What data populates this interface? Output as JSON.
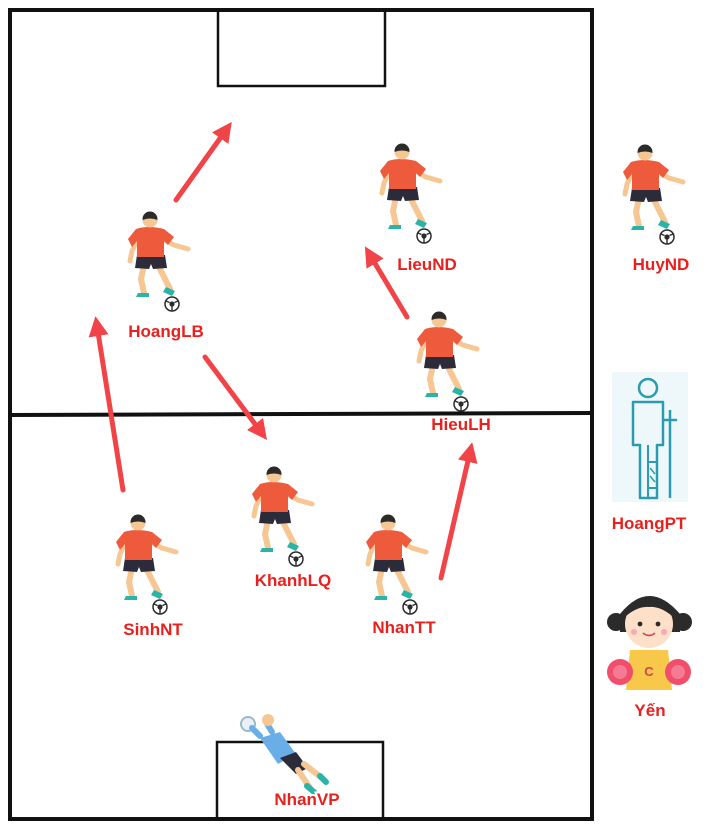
{
  "colors": {
    "pitch_line": "#111111",
    "arrow": "#f04448",
    "name_text": "#e8201e",
    "name_outline": "#ffffff",
    "jersey": "#ee5a3c",
    "shorts": "#2b2b3a",
    "skin": "#f6c793",
    "hair": "#2b2b2b",
    "boot": "#2ab3a8",
    "keeper_jersey": "#6aaee8",
    "injured_outline": "#2a9bb0",
    "cheer_top": "#f7c84a",
    "pompom": "#f04e6b"
  },
  "players": {
    "hoanglb": {
      "name": "HoangLB",
      "icon": "soccer-player-kicking"
    },
    "lieund": {
      "name": "LieuND",
      "icon": "soccer-player-kicking"
    },
    "hieulh": {
      "name": "HieuLH",
      "icon": "soccer-player-kicking"
    },
    "khanhlq": {
      "name": "KhanhLQ",
      "icon": "soccer-player-kicking"
    },
    "sinhnt": {
      "name": "SinhNT",
      "icon": "soccer-player-kicking"
    },
    "nhantt": {
      "name": "NhanTT",
      "icon": "soccer-player-kicking"
    },
    "nhanvp": {
      "name": "NhanVP",
      "icon": "goalkeeper-diving"
    }
  },
  "bench": {
    "huynd": {
      "name": "HuyND",
      "icon": "soccer-player-kicking"
    },
    "hoangpt": {
      "name": "HoangPT",
      "icon": "injured-person-crutch"
    },
    "yen": {
      "name": "Yến",
      "icon": "cheerleader-girl"
    }
  }
}
